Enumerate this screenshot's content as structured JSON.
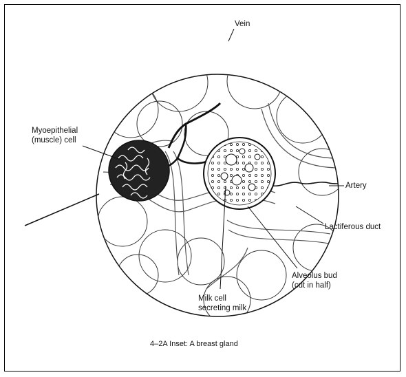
{
  "diagram": {
    "labels": {
      "vein": "Vein",
      "myoepithelial_line1": "Myoepithelial",
      "myoepithelial_line2": "(muscle) cell",
      "artery": "Artery",
      "lactiferous_duct": "Lactiferous duct",
      "alveolus_line1": "Alveolus bud",
      "alveolus_line2": "(cut in half)",
      "milk_cell_line1": "Milk cell",
      "milk_cell_line2": "secreting milk"
    },
    "caption": "4–2A   Inset: A breast gland"
  }
}
